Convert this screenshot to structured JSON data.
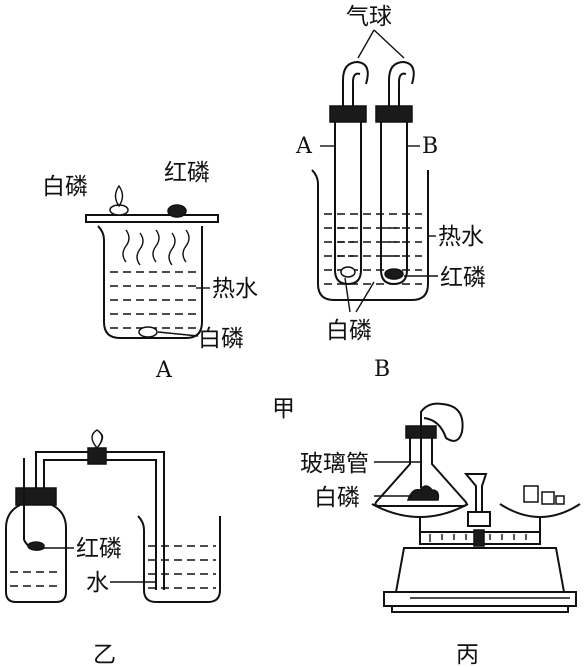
{
  "figure_jia": {
    "caption": "甲",
    "setup_a": {
      "caption": "A",
      "white_phosphorus_top": "白磷",
      "red_phosphorus": "红磷",
      "hot_water": "热水",
      "white_phosphorus_bottom": "白磷"
    },
    "setup_b": {
      "caption": "B",
      "balloon": "气球",
      "tube_a": "A",
      "tube_b": "B",
      "hot_water": "热水",
      "red_phosphorus": "红磷",
      "white_phosphorus": "白磷"
    }
  },
  "figure_yi": {
    "caption": "乙",
    "red_phosphorus": "红磷",
    "water": "水"
  },
  "figure_bing": {
    "caption": "丙",
    "glass_tube": "玻璃管",
    "white_phosphorus": "白磷"
  }
}
